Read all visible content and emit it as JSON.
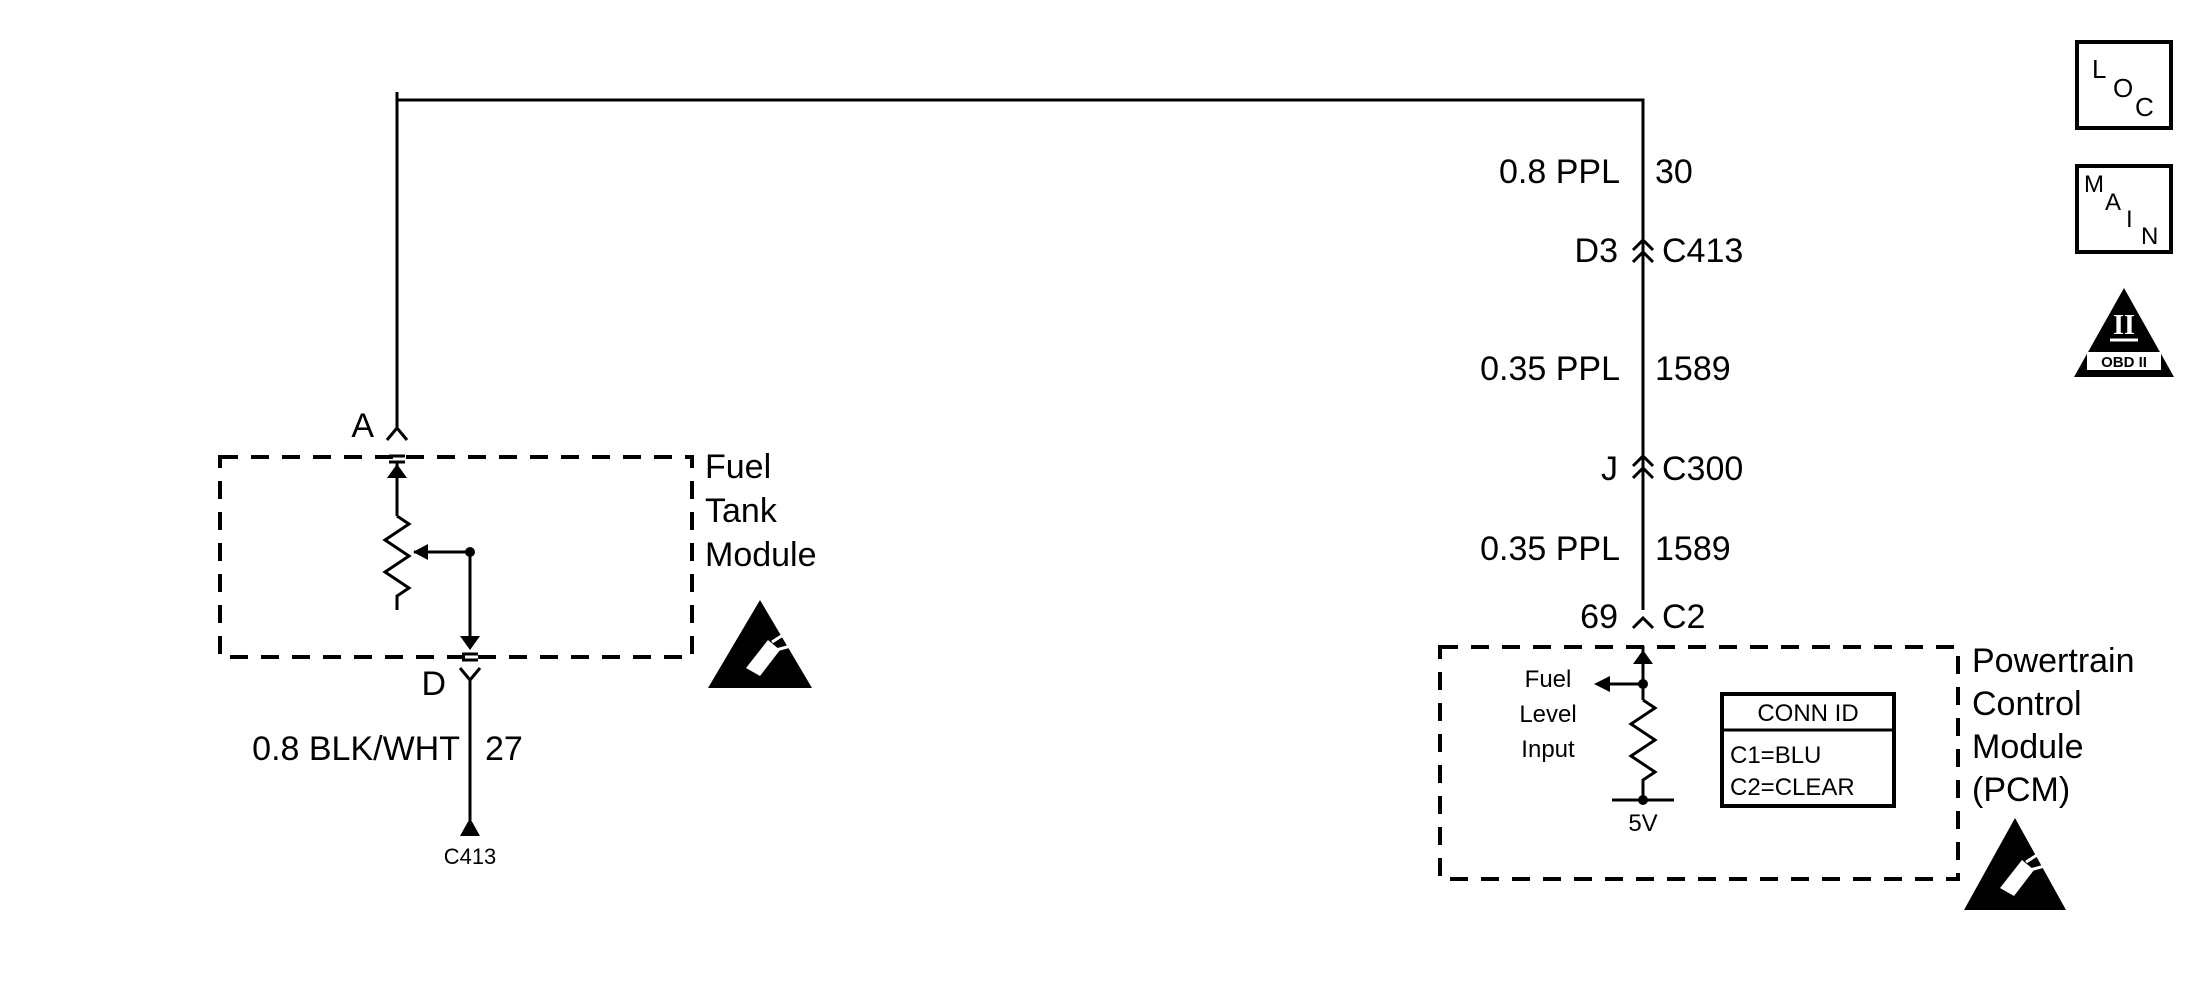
{
  "fuel_tank_module": {
    "name_line1": "Fuel",
    "name_line2": "Tank",
    "name_line3": "Module",
    "pin_top": "A",
    "pin_bottom": "D"
  },
  "ground_circuit": {
    "wire_label": "0.8 BLK/WHT",
    "circuit_number": "27",
    "ground_ref": "C413"
  },
  "signal_circuit": {
    "seg1_wire": "0.8 PPL",
    "seg1_circuit": "30",
    "conn1_pin": "D3",
    "conn1_id": "C413",
    "seg2_wire": "0.35 PPL",
    "seg2_circuit": "1589",
    "conn2_pin": "J",
    "conn2_id": "C300",
    "seg3_wire": "0.35 PPL",
    "seg3_circuit": "1589",
    "conn3_pin": "69",
    "conn3_id": "C2"
  },
  "pcm": {
    "name_line1": "Powertrain",
    "name_line2": "Control",
    "name_line3": "Module",
    "name_line4": "(PCM)",
    "input_line1": "Fuel",
    "input_line2": "Level",
    "input_line3": "Input",
    "ref_voltage": "5V",
    "conn_id_title": "CONN ID",
    "conn_id_line1": "C1=BLU",
    "conn_id_line2": "C2=CLEAR"
  },
  "legend": {
    "loc_l": "L",
    "loc_o": "O",
    "loc_c": "C",
    "main_m": "M",
    "main_a": "A",
    "main_i": "I",
    "main_n": "N",
    "obd_numeral": "II",
    "obd_text": "OBD II"
  }
}
